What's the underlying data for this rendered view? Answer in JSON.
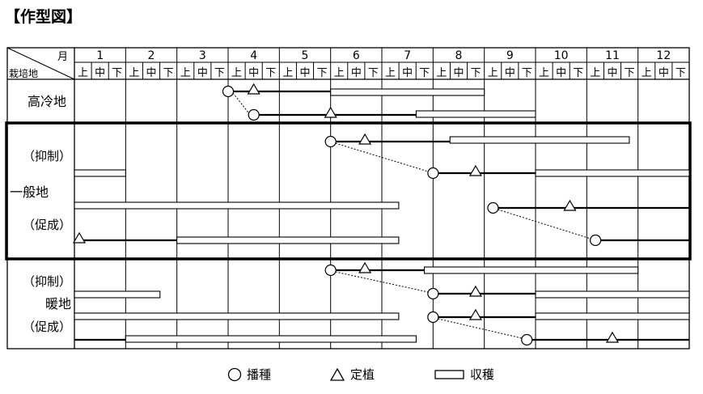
{
  "title": "【作型図】",
  "header": {
    "corner_top": "月",
    "corner_bottom": "栽培地",
    "months": [
      "1",
      "2",
      "3",
      "4",
      "5",
      "6",
      "7",
      "8",
      "9",
      "10",
      "11",
      "12"
    ],
    "periods": [
      "上",
      "中",
      "下"
    ]
  },
  "row_labels": {
    "highland": "高冷地",
    "general": "一般地",
    "general_yokusei": "（抑制）",
    "general_sokusei": "（促成）",
    "warm": "暖地",
    "warm_yokusei": "（抑制）",
    "warm_sokusei": "（促成）"
  },
  "legend": {
    "sowing": "播種",
    "planting": "定植",
    "harvest": "収穫"
  },
  "chart_data": {
    "type": "table",
    "note_units": "positions in months (1.0 = start of January, 13.0 = end of December)",
    "lanes": [
      {
        "group": "highland",
        "sow": 4.0,
        "plant": 4.5,
        "grow_end": 6.0,
        "harvest": [
          [
            6.0,
            9.0
          ]
        ]
      },
      {
        "group": "highland",
        "sow": 4.5,
        "plant": 6.0,
        "grow_end": 7.67,
        "harvest": [
          [
            7.67,
            10.0
          ]
        ]
      },
      {
        "group": "general-yokusei",
        "sow": 6.0,
        "plant": 6.67,
        "grow_end": 8.33,
        "harvest": [
          [
            8.33,
            11.83
          ]
        ]
      },
      {
        "group": "general-yokusei",
        "sow": 8.0,
        "plant": 8.83,
        "grow_end": 10.0,
        "harvest": [
          [
            1.0,
            2.0
          ],
          [
            10.0,
            13.0
          ]
        ]
      },
      {
        "group": "general-sokusei",
        "sow": 9.17,
        "plant": 10.67,
        "grow_end": 13.0,
        "harvest": [
          [
            1.0,
            7.33
          ]
        ]
      },
      {
        "group": "general-sokusei",
        "sow": 11.17,
        "plant": 1.0,
        "grow_end": 3.0,
        "harvest": [
          [
            3.0,
            7.33
          ]
        ],
        "sow_to_plant": "wrap"
      },
      {
        "group": "warm-yokusei",
        "sow": 6.0,
        "plant": 6.67,
        "grow_end": 7.83,
        "harvest": [
          [
            7.83,
            12.0
          ]
        ]
      },
      {
        "group": "warm-yokusei",
        "sow": 8.0,
        "plant": 8.83,
        "grow_end": 10.0,
        "harvest": [
          [
            1.0,
            2.67
          ],
          [
            10.0,
            13.0
          ]
        ]
      },
      {
        "group": "warm-sokusei",
        "sow": 8.0,
        "plant": 8.83,
        "grow_end": 10.0,
        "harvest": [
          [
            1.0,
            7.33
          ],
          [
            10.0,
            13.0
          ]
        ]
      },
      {
        "group": "warm-sokusei",
        "sow": 9.83,
        "plant": 11.5,
        "grow_end": 13.0,
        "harvest": [
          [
            2.0,
            7.67
          ]
        ],
        "prev_growth": [
          1.0,
          2.0
        ]
      }
    ]
  }
}
